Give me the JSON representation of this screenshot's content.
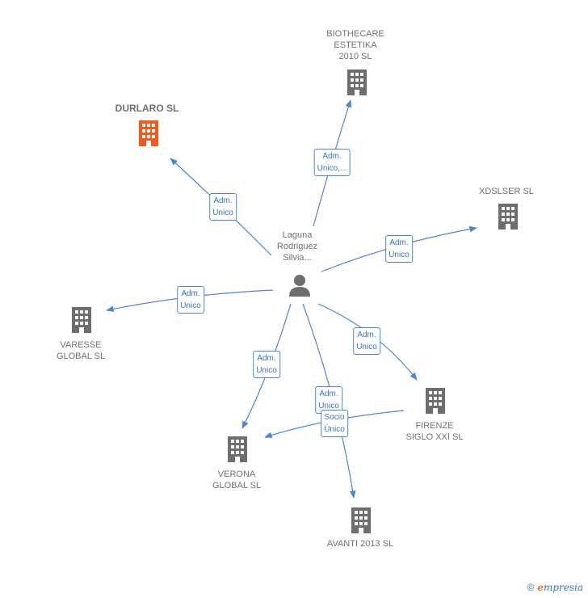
{
  "center": {
    "name": "Laguna\nRodriguez\nSilvia..."
  },
  "companies": [
    {
      "id": "biothecare",
      "name": "BIOTHECARE\nESTETIKA\n2010 SL",
      "color": "#6e6e6e"
    },
    {
      "id": "durlaro",
      "name": "DURLARO  SL",
      "color": "#f25a22"
    },
    {
      "id": "xdslser",
      "name": "XDSLSER  SL",
      "color": "#6e6e6e"
    },
    {
      "id": "varesse",
      "name": "VARESSE\nGLOBAL SL",
      "color": "#6e6e6e"
    },
    {
      "id": "firenze",
      "name": "FIRENZE\nSIGLO XXI SL",
      "color": "#6e6e6e"
    },
    {
      "id": "verona",
      "name": "VERONA\nGLOBAL  SL",
      "color": "#6e6e6e"
    },
    {
      "id": "avanti",
      "name": "AVANTI 2013 SL",
      "color": "#6e6e6e"
    }
  ],
  "relations": [
    {
      "id": "r-biothecare",
      "label": "Adm.\nUnico,..."
    },
    {
      "id": "r-durlaro",
      "label": "Adm.\nUnico"
    },
    {
      "id": "r-xdslser",
      "label": "Adm.\nUnico"
    },
    {
      "id": "r-varesse",
      "label": "Adm.\nUnico"
    },
    {
      "id": "r-firenze",
      "label": "Adm.\nUnico"
    },
    {
      "id": "r-verona",
      "label": "Adm.\nUnico"
    },
    {
      "id": "r-avanti",
      "label": "Adm.\nUnico"
    },
    {
      "id": "r-firenze-verona",
      "label": "Socio\nÚnico"
    }
  ],
  "colors": {
    "edge": "#4a86d4",
    "text": "#707070",
    "highlight": "#f25a22"
  },
  "footer": {
    "copyright": "©",
    "brand_e": "e",
    "brand_rest": "mpresia"
  }
}
